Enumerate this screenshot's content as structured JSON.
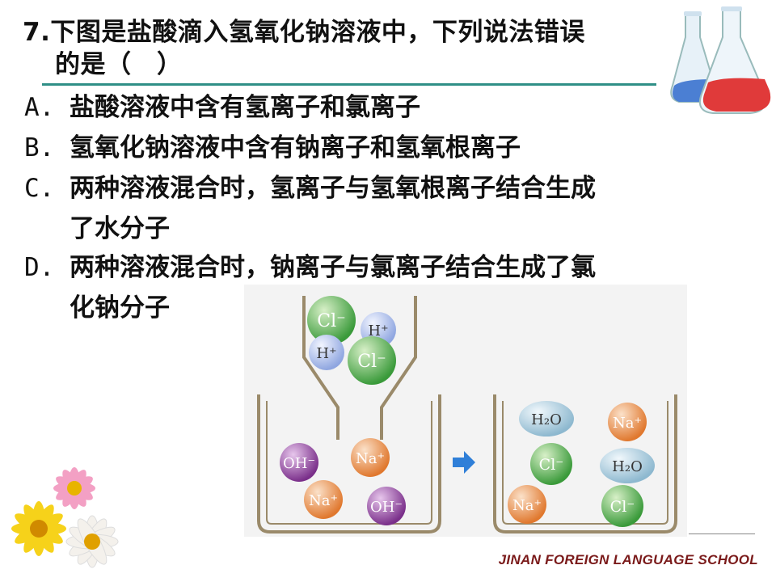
{
  "question": {
    "number": "7.",
    "line1": "下图是盐酸滴入氢氧化钠溶液中，下列说法错误",
    "line2": "的是（　）"
  },
  "options": [
    {
      "letter": "A.",
      "lines": [
        "盐酸溶液中含有氢离子和氯离子"
      ]
    },
    {
      "letter": "B.",
      "lines": [
        "氢氧化钠溶液中含有钠离子和氢氧根离子"
      ]
    },
    {
      "letter": "C.",
      "lines": [
        "两种溶液混合时，氢离子与氢氧根离子结合生成",
        "了水分子"
      ]
    },
    {
      "letter": "D.",
      "lines": [
        "两种溶液混合时，钠离子与氯离子结合生成了氯",
        "化钠分子"
      ]
    }
  ],
  "diagram": {
    "dropper_ions": [
      "Cl⁻",
      "H⁺",
      "H⁺",
      "Cl⁻"
    ],
    "left_beaker_ions": [
      "OH⁻",
      "Na⁺",
      "Na⁺",
      "OH⁻"
    ],
    "right_beaker_ions": [
      "H₂O",
      "Na⁺",
      "Cl⁻",
      "H₂O",
      "Na⁺",
      "Cl⁻"
    ]
  },
  "footer": {
    "school": "JINAN FOREIGN LANGUAGE SCHOOL"
  },
  "colors": {
    "rule": "#2f8f86",
    "chloride": "#3a9a3a",
    "hydrogen": "#9fb3e6",
    "hydroxide": "#7a2f8a",
    "sodium": "#e0782e",
    "water": "#9cc3d6",
    "arrow": "#2f7fd8",
    "school_text": "#7a1a1a"
  }
}
